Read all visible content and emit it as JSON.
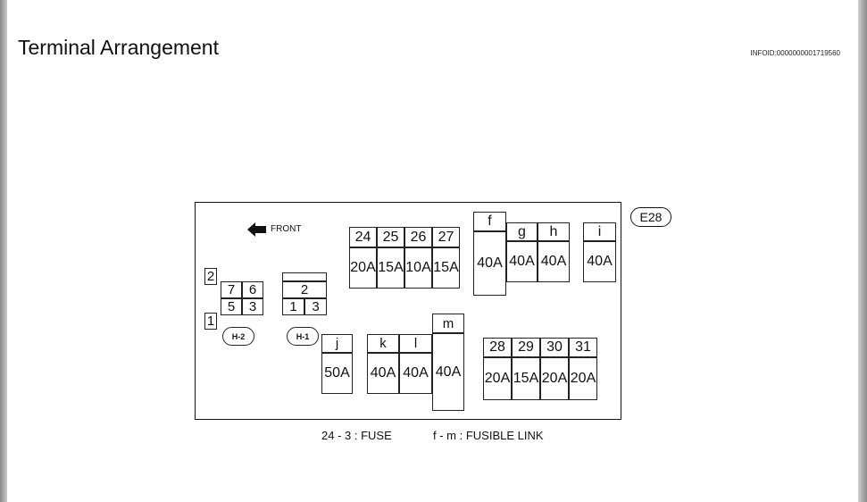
{
  "title": "Terminal Arrangement",
  "infoid": "INFOID:0000000001719560",
  "connector_label": "E28",
  "front_label": "FRONT",
  "h2": {
    "top_num": "2",
    "bottom_num": "1",
    "cells": [
      "7",
      "6",
      "5",
      "3"
    ],
    "label": "H-2"
  },
  "h1": {
    "cells": [
      "2",
      "1",
      "3"
    ],
    "label": "H-1"
  },
  "fuses_top": {
    "numbers": [
      "24",
      "25",
      "26",
      "27"
    ],
    "ratings": [
      "20A",
      "15A",
      "10A",
      "15A"
    ]
  },
  "link_f": {
    "letter": "f",
    "rating": "40A"
  },
  "link_gh": {
    "letters": [
      "g",
      "h"
    ],
    "ratings": [
      "40A",
      "40A"
    ]
  },
  "link_i": {
    "letter": "i",
    "rating": "40A"
  },
  "link_j": {
    "letter": "j",
    "rating": "50A"
  },
  "link_kl": {
    "letters": [
      "k",
      "l"
    ],
    "ratings": [
      "40A",
      "40A"
    ]
  },
  "link_m": {
    "letter": "m",
    "rating": "40A"
  },
  "fuses_bottom": {
    "numbers": [
      "28",
      "29",
      "30",
      "31"
    ],
    "ratings": [
      "20A",
      "15A",
      "20A",
      "20A"
    ]
  },
  "legend": {
    "fuse": "24 - 3 : FUSE",
    "link": "f - m : FUSIBLE LINK"
  }
}
